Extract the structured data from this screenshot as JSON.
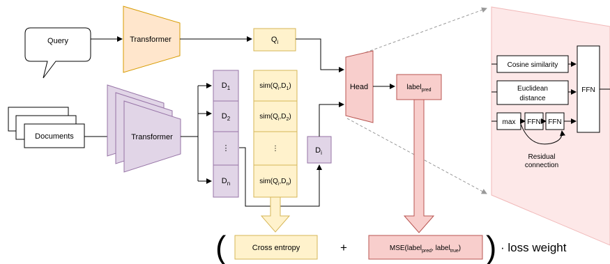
{
  "colors": {
    "transformer_orange_fill": "#ffe6cc",
    "transformer_orange_stroke": "#d79b00",
    "query_yellow_fill": "#fff2cc",
    "query_yellow_stroke": "#d6b656",
    "purple_fill": "#e1d5e7",
    "purple_stroke": "#9673a6",
    "red_fill": "#f8cecc",
    "red_stroke": "#b85450",
    "detail_panel_fill": "#fde8e8",
    "detail_panel_stroke": "#f1b8b8"
  },
  "inputs": {
    "query": "Query",
    "documents": "Documents"
  },
  "encoders": {
    "query_transformer": "Transformer",
    "document_transformer": "Transformer"
  },
  "query_embedding": {
    "base": "Q",
    "sub": "i"
  },
  "document_embeddings": [
    {
      "base": "D",
      "sub": "1"
    },
    {
      "base": "D",
      "sub": "2"
    },
    {
      "base": "⋮",
      "sub": ""
    },
    {
      "base": "D",
      "sub": "n"
    }
  ],
  "similarities": [
    {
      "pre": "sim(Q",
      "s1": "i",
      "mid": ",D",
      "s2": "1",
      "post": ")"
    },
    {
      "pre": "sim(Q",
      "s1": "i",
      "mid": ",D",
      "s2": "2",
      "post": ")"
    },
    {
      "pre": "⋮",
      "s1": "",
      "mid": "",
      "s2": "",
      "post": ""
    },
    {
      "pre": "sim(Q",
      "s1": "i",
      "mid": ",D",
      "s2": "n",
      "post": ")"
    }
  ],
  "selected_doc": {
    "base": "D",
    "sub": "i"
  },
  "head": "Head",
  "label_pred": {
    "base": "label",
    "sub": "pred"
  },
  "loss": {
    "open_paren": "(",
    "cross_entropy": "Cross entropy",
    "plus": "+",
    "mse": {
      "pre": "MSE(label",
      "s1": "pred",
      "mid": ", label",
      "s2": "true",
      "post": ")"
    },
    "close_paren": ")",
    "suffix": "· loss weight"
  },
  "head_detail": {
    "cosine": "Cosine similarity",
    "euclid_line1": "Euclidean",
    "euclid_line2": "distance",
    "max": "max",
    "ffn_a": "FFN",
    "ffn_b": "FFN",
    "ffn_out": "FFN",
    "residual_line1": "Residual",
    "residual_line2": "connection"
  }
}
